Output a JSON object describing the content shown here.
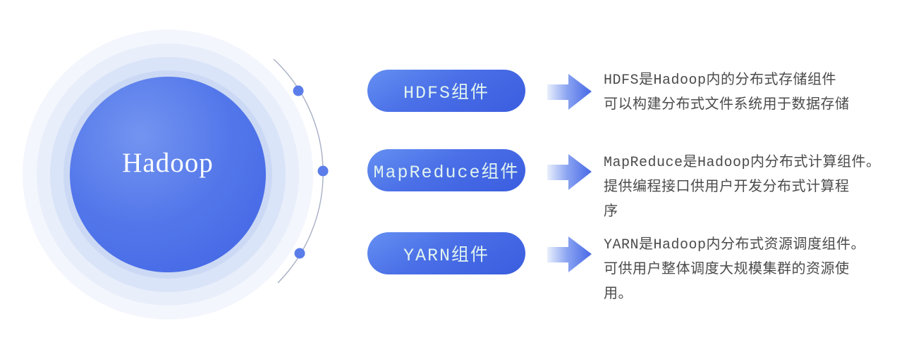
{
  "diagram": {
    "hub": {
      "label": "Hadoop"
    },
    "rows": [
      {
        "pill_label": "HDFS组件",
        "description_lines": [
          "HDFS是Hadoop内的分布式存储组件",
          "可以构建分布式文件系统用于数据存储"
        ]
      },
      {
        "pill_label": "MapReduce组件",
        "description_lines": [
          "MapReduce是Hadoop内分布式计算组件。",
          "提供编程接口供用户开发分布式计算程",
          "序"
        ]
      },
      {
        "pill_label": "YARN组件",
        "description_lines": [
          "YARN是Hadoop内分布式资源调度组件。",
          "可供用户整体调度大规模集群的资源使",
          "用。"
        ]
      }
    ],
    "icons": {
      "arrow": "arrow-right-icon",
      "orbit_dot": "orbit-dot",
      "orbit_dots_count": 3
    },
    "colors": {
      "hub_blue_light": "#7394f0",
      "hub_blue_dark": "#4063e4",
      "halo_inner": "#ccd9f5",
      "halo_mid": "#dae4f8",
      "halo_outer": "#f3f6fc",
      "pill_blue_start": "#6590f2",
      "pill_blue_end": "#3a5ddf",
      "pill_text": "#e0f3ef",
      "arrow_light": "#e9effc",
      "arrow_dark": "#4768e6",
      "arc_stroke": "#97a1ba",
      "dot_fill": "#5b7de9",
      "description_text": "#4b4b4b",
      "hub_text": "#fcfefd",
      "background": "#ffffff"
    }
  }
}
